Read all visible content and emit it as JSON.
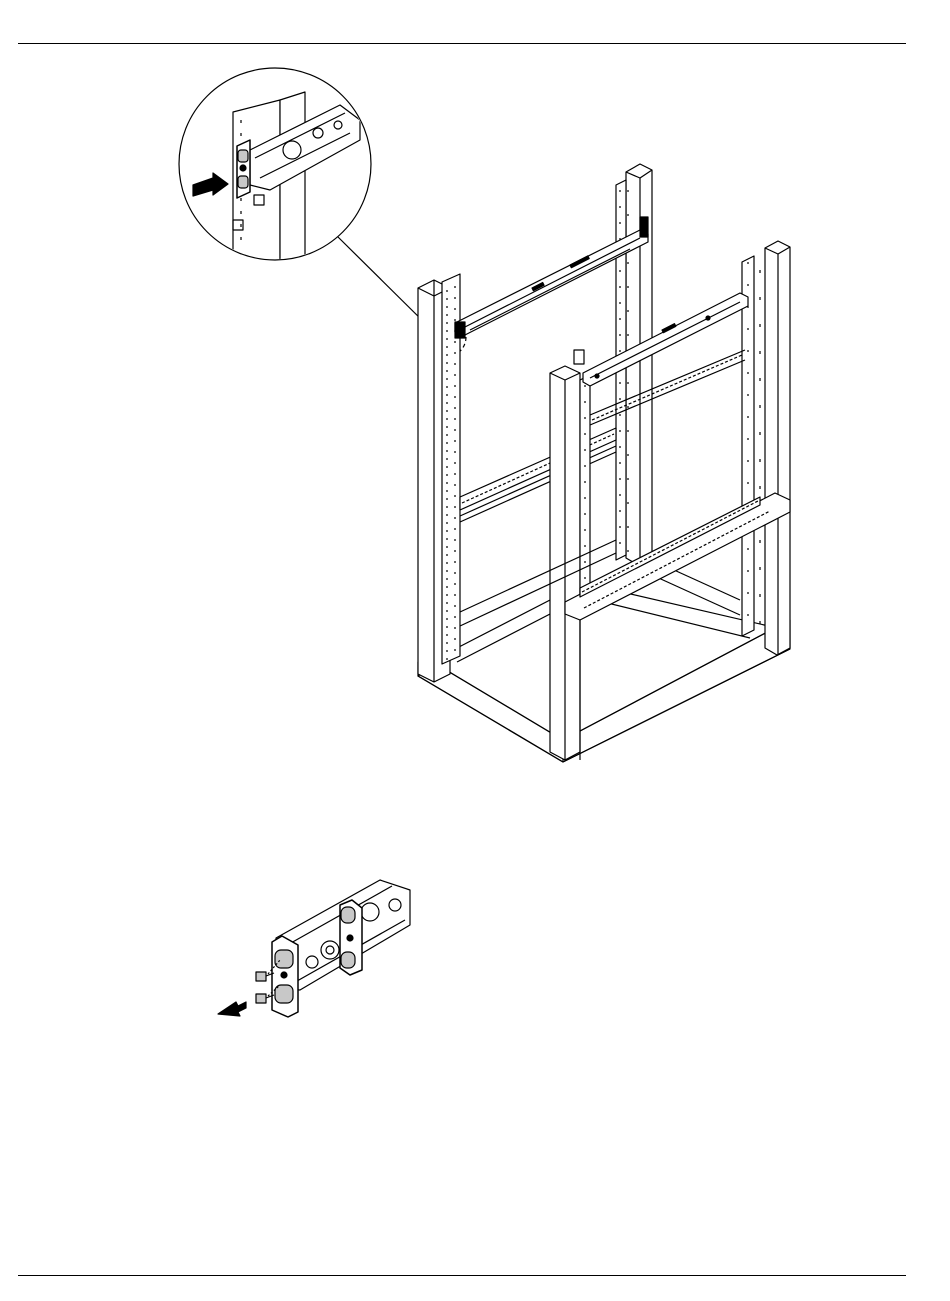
{
  "page": {
    "header_rule": true,
    "footer_rule": true
  },
  "figures": [
    {
      "id": "rack-rail-installation",
      "icon": "rack-with-rails-illustration",
      "callout": "magnified-rail-front-bracket"
    },
    {
      "id": "rail-bracket-screws",
      "icon": "rail-bracket-with-screws-illustration"
    }
  ],
  "colors": {
    "line": "#000000",
    "paper": "#ffffff",
    "shade": "#c8c8c8"
  }
}
